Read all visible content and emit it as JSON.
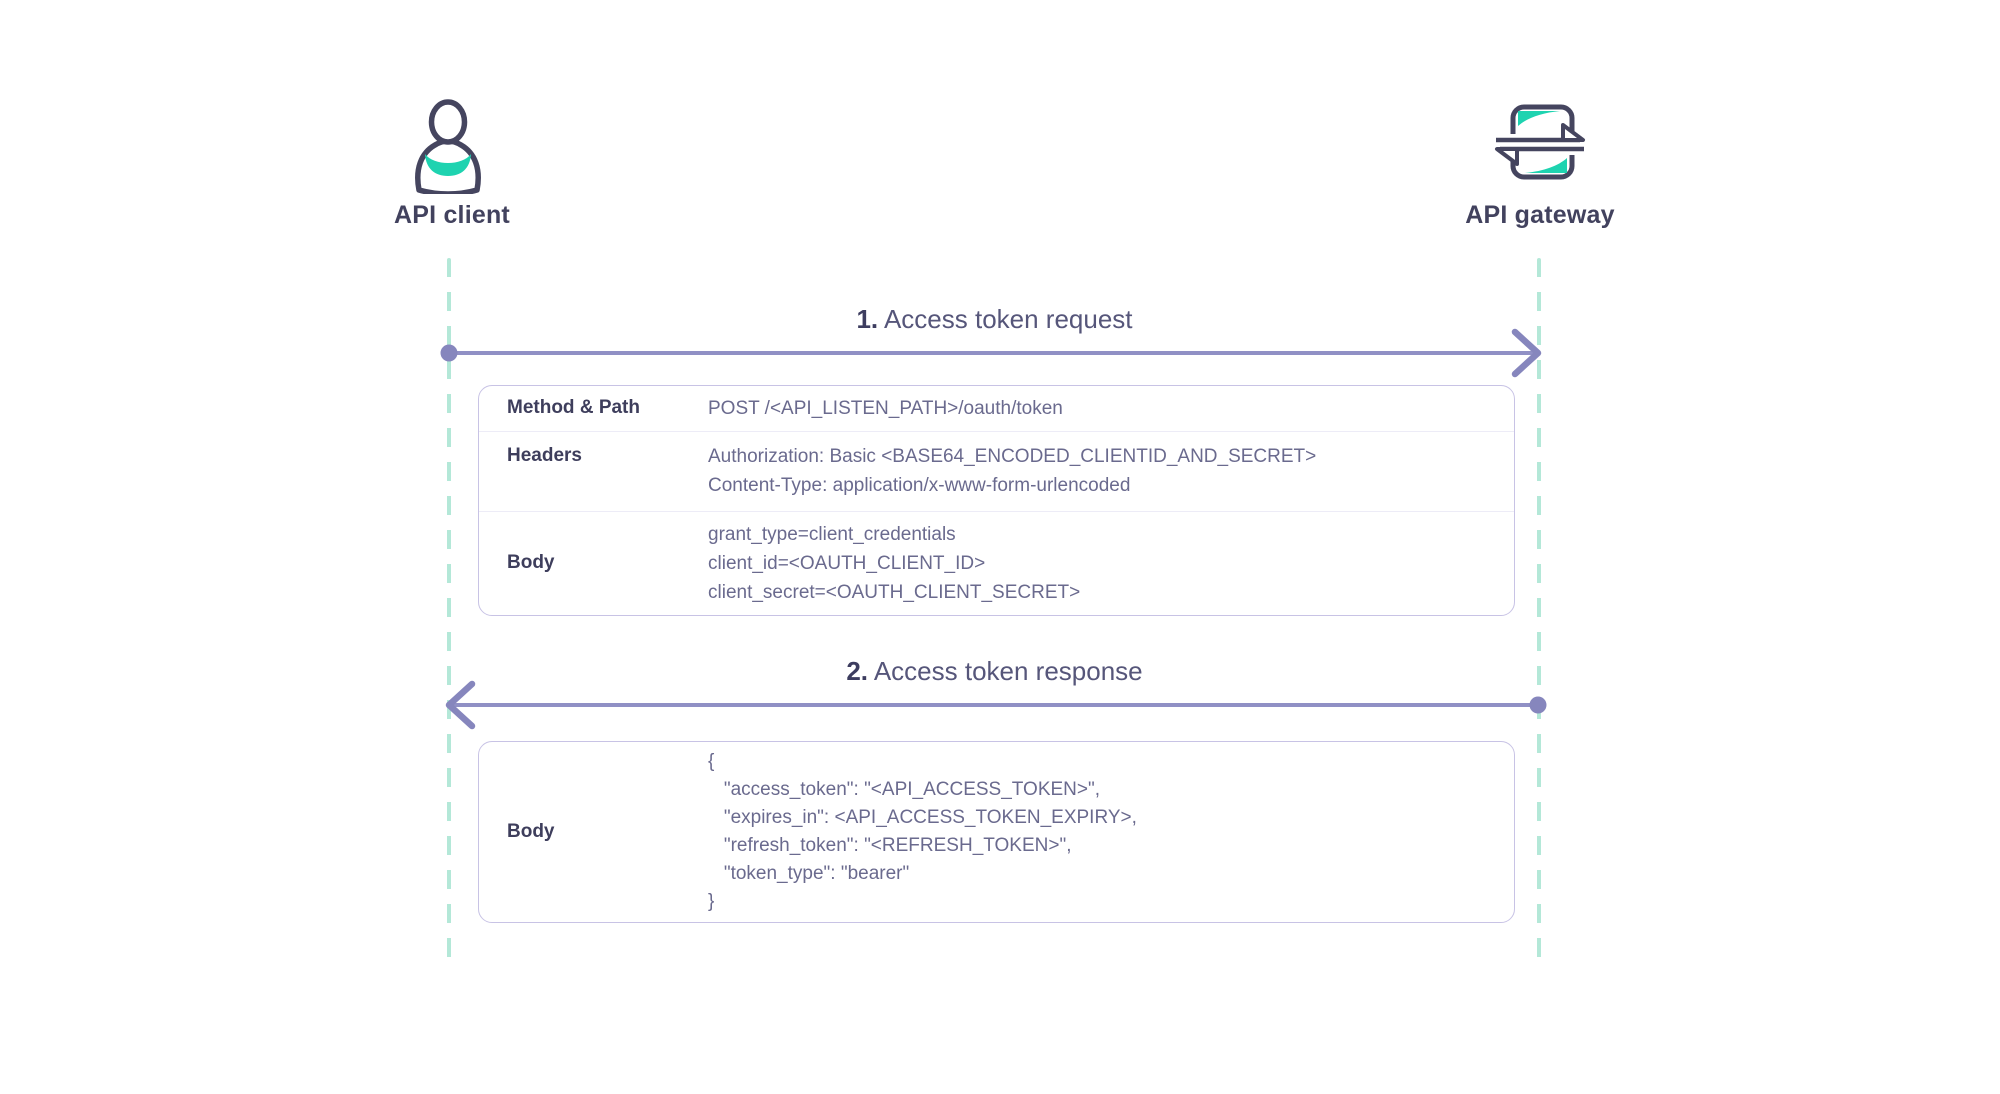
{
  "diagram": {
    "actors": [
      {
        "name": "API client",
        "icon": "user-icon"
      },
      {
        "name": "API gateway",
        "icon": "api-gateway-icon"
      }
    ],
    "messages": [
      {
        "number": "1.",
        "title": "Access token request",
        "from": "API client",
        "to": "API gateway",
        "direction": "right"
      },
      {
        "number": "2.",
        "title": "Access token response",
        "from": "API gateway",
        "to": "API client",
        "direction": "left"
      }
    ],
    "request_table": {
      "rows": [
        {
          "label": "Method & Path",
          "value": "POST /<API_LISTEN_PATH>/oauth/token"
        },
        {
          "label": "Headers",
          "value": "Authorization: Basic <BASE64_ENCODED_CLIENTID_AND_SECRET>\nContent-Type: application/x-www-form-urlencoded"
        },
        {
          "label": "Body",
          "value": "grant_type=client_credentials\nclient_id=<OAUTH_CLIENT_ID>\nclient_secret=<OAUTH_CLIENT_SECRET>"
        }
      ]
    },
    "response_table": {
      "rows": [
        {
          "label": "Body",
          "value": "{\n   \"access_token\": \"<API_ACCESS_TOKEN>\",\n   \"expires_in\": <API_ACCESS_TOKEN_EXPIRY>,\n   \"refresh_token\": \"<REFRESH_TOKEN>\",\n   \"token_type\": \"bearer\"\n}"
        }
      ]
    },
    "colors": {
      "ink": "#45455f",
      "teal_accent": "#1ed3b0",
      "arrow_purple": "#9090c5",
      "arrow_head_purple": "#8686bd",
      "lifeline_mint": "#b4e8d8",
      "table_border": "#c8c3e5",
      "row_separator": "#edecf7",
      "label_text": "#3e3e5c",
      "value_text": "#6a6a8e",
      "message_text": "#56567a"
    }
  }
}
